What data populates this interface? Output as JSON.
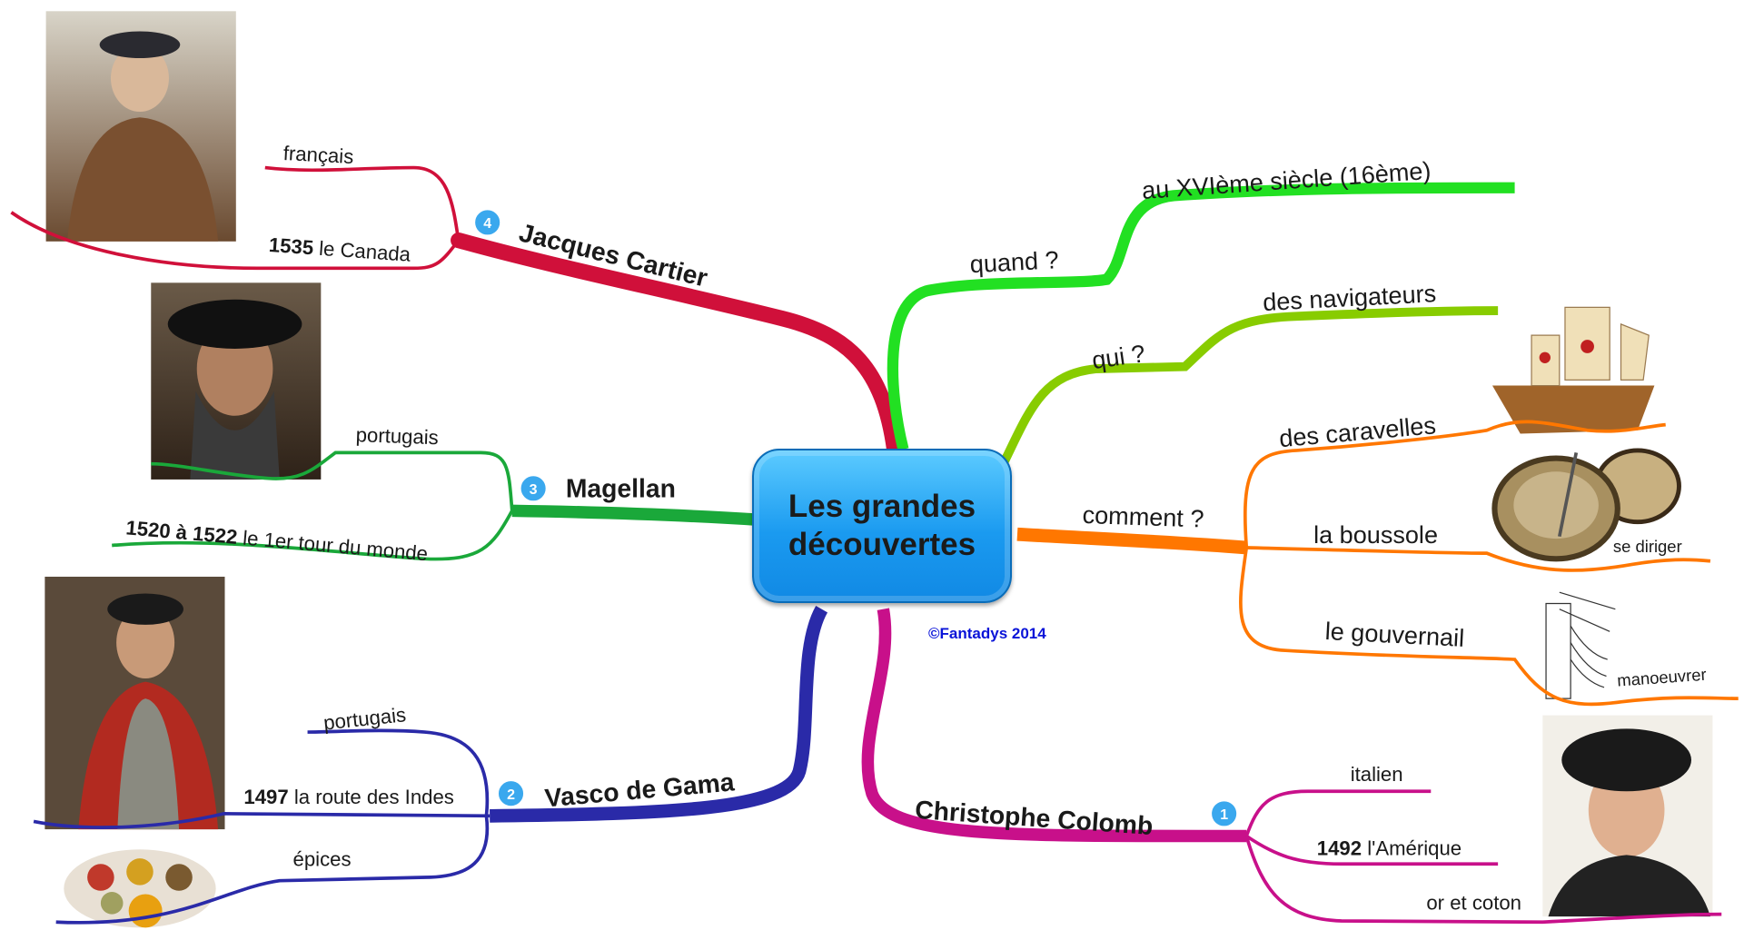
{
  "central_topic": "Les grandes\ndécouvertes",
  "copyright": "©Fantadys 2014",
  "colors": {
    "cartier": "#d0103a",
    "magellan": "#1aa83a",
    "gama": "#2a2aa8",
    "colomb": "#c8108a",
    "quand": "#22e022",
    "qui": "#88cc00",
    "comment": "#ff7700",
    "badge": "#3aa8ee"
  },
  "branches": {
    "cartier": {
      "badge": "4",
      "label": "Jacques Cartier",
      "nationality": "français",
      "year": "1535",
      "discovery": "le Canada",
      "image": "portrait-jacques-cartier"
    },
    "magellan": {
      "badge": "3",
      "label": "Magellan",
      "nationality": "portugais",
      "year": "1520 à 1522",
      "discovery": "le 1er tour du monde",
      "image": "portrait-magellan"
    },
    "gama": {
      "badge": "2",
      "label": "Vasco de Gama",
      "nationality": "portugais",
      "year": "1497",
      "discovery": "la route des Indes",
      "extra": "épices",
      "image": "portrait-vasco-de-gama"
    },
    "colomb": {
      "badge": "1",
      "label": "Christophe Colomb",
      "nationality": "italien",
      "year": "1492",
      "discovery": "l'Amérique",
      "extra": "or et coton",
      "image": "portrait-christophe-colomb"
    },
    "quand": {
      "label": "quand ?",
      "answer": "au XVIème siècle (16ème)"
    },
    "qui": {
      "label": "qui ?",
      "answer": "des navigateurs"
    },
    "comment": {
      "label": "comment ?",
      "items": [
        {
          "label": "des caravelles",
          "image": "caravel"
        },
        {
          "label": "la boussole",
          "note": "se diriger",
          "image": "compass"
        },
        {
          "label": "le gouvernail",
          "note": "manoeuvrer",
          "image": "rudder"
        }
      ]
    }
  }
}
